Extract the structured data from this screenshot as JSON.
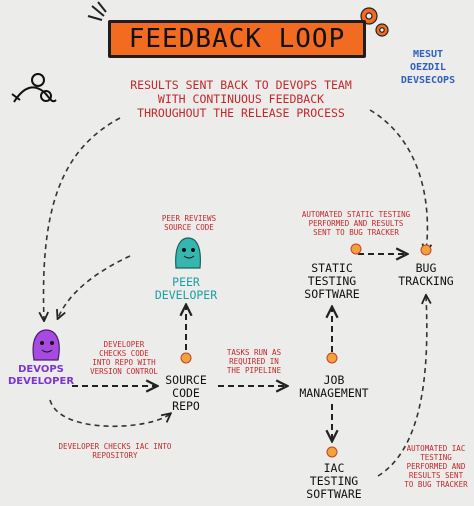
{
  "title": "FEEDBACK LOOP",
  "author": [
    "MESUT",
    "OEZDIL",
    "DEVSECOPS"
  ],
  "banner": [
    "RESULTS SENT BACK TO DEVOPS TEAM",
    "WITH CONTINUOUS FEEDBACK",
    "THROUGHOUT THE RELEASE PROCESS"
  ],
  "notes": {
    "peer_reviews": [
      "PEER REVIEWS",
      "SOURCE CODE"
    ],
    "static_testing": [
      "AUTOMATED STATIC TESTING",
      "PERFORMED AND RESULTS",
      "SENT TO BUG TRACKER"
    ],
    "dev_checks": [
      "DEVELOPER",
      "CHECKS CODE",
      "INTO REPO WITH",
      "VERSION CONTROL"
    ],
    "tasks_run": [
      "TASKS RUN AS",
      "REQUIRED IN",
      "THE PIPELINE"
    ],
    "dev_iac": [
      "DEVELOPER CHECKS IAC INTO",
      "REPOSITORY"
    ],
    "iac_testing": [
      "AUTOMATED IAC",
      "TESTING",
      "PERFORMED AND",
      "RESULTS SENT",
      "TO BUG TRACKER"
    ]
  },
  "nodes": {
    "peer_developer": [
      "PEER",
      "DEVELOPER"
    ],
    "devops_developer": [
      "DEVOPS",
      "DEVELOPER"
    ],
    "source_code_repo": [
      "SOURCE",
      "CODE",
      "REPO"
    ],
    "static_testing": [
      "STATIC",
      "TESTING",
      "SOFTWARE"
    ],
    "bug_tracking": [
      "BUG",
      "TRACKING"
    ],
    "job_management": [
      "JOB",
      "MANAGEMENT"
    ],
    "iac_testing": [
      "IAC",
      "TESTING",
      "SOFTWARE"
    ]
  },
  "colors": {
    "title_fill": "#f26b21",
    "note_text": "#c2282c",
    "peer_color": "#1a9ea5",
    "devops_color": "#7b35d1",
    "author_color": "#2f5fbf",
    "bulb_color": "#f2a23a"
  },
  "icons": [
    "gear-icon",
    "sparkle-icon",
    "decor-figure-icon",
    "peer-mascot-icon",
    "devops-mascot-icon",
    "lightbulb-icon"
  ]
}
